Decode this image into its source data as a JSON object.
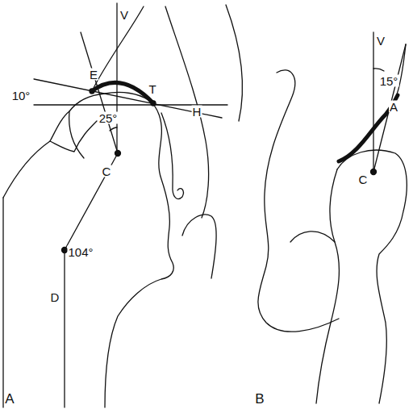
{
  "diagram": {
    "labels": [
      "V",
      "E",
      "10°",
      "T",
      "H",
      "25°",
      "C",
      "104°",
      "D",
      "A",
      "B",
      "V",
      "15°",
      "A",
      "C"
    ]
  }
}
